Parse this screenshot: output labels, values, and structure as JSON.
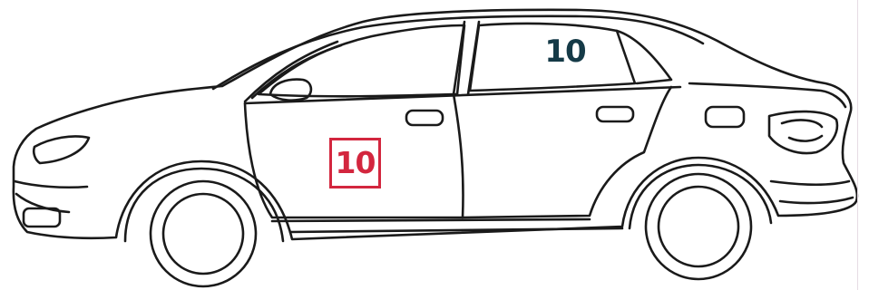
{
  "labels": {
    "front_door": "10",
    "rear_window": "10"
  },
  "colors": {
    "outline": "#1a1a1a",
    "front_door_label": "#d3263e",
    "rear_window_label": "#153a47"
  },
  "icons": {
    "vehicle": "sedan-side-view-outline"
  }
}
